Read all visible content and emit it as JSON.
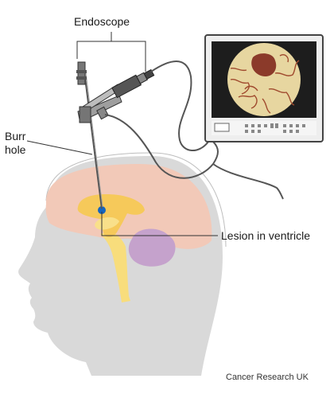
{
  "labels": {
    "endoscope": "Endoscope",
    "burr_hole_line1": "Burr",
    "burr_hole_line2": "hole",
    "lesion": "Lesion in ventricle",
    "credit": "Cancer Research UK"
  },
  "colors": {
    "head": "#d9d9d9",
    "brain": "#f2c9b8",
    "ventricle": "#f6c95a",
    "brainstem": "#f8dd7c",
    "cerebellum": "#c5a2cc",
    "lesion_dot": "#1565c0",
    "monitor_frame": "#eeeeee",
    "monitor_screen": "#1d1d1d",
    "scope_view": "#e7d6a0",
    "scope_lesion": "#8b3a2a",
    "blood_vessels": "#a04a2e"
  }
}
